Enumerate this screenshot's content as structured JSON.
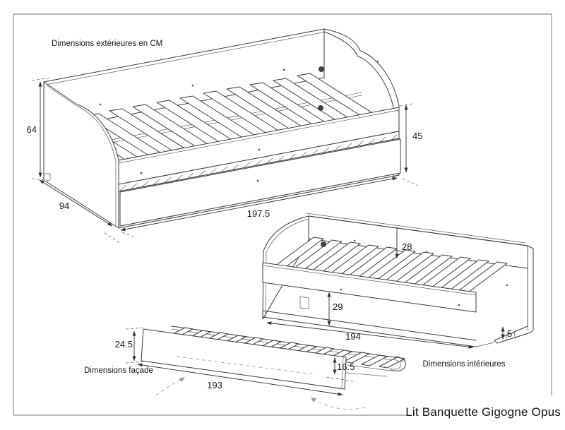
{
  "title": "Lit Banquette Gigogne Opus",
  "sections": {
    "exterior": {
      "label": "Dimensions extérieures en CM",
      "dims": {
        "total_height_cm": "64",
        "depth_cm": "94",
        "total_length_cm": "197.5",
        "front_height_cm": "45"
      }
    },
    "interior": {
      "label": "Dimensions intérieures",
      "dims": {
        "backrest_to_slats_cm": "28",
        "under_bed_clearance_cm": "29",
        "inner_length_cm": "194",
        "foot_height_cm": "5"
      }
    },
    "facade": {
      "label": "Dimensions façade",
      "dims": {
        "facade_height_cm": "24.5",
        "facade_length_cm": "193",
        "drawer_inner_height_cm": "16.5"
      }
    }
  },
  "colors": {
    "line": "#3a3a3a",
    "frame_border": "#8f8f97",
    "background": "#ffffff"
  }
}
